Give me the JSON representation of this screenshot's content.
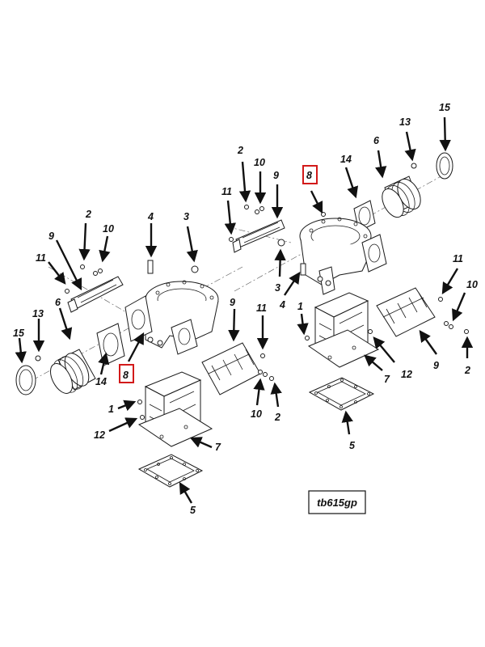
{
  "callouts": {
    "l_2": "2",
    "l_10": "10",
    "l_9": "9",
    "l_11": "11",
    "l_6": "6",
    "l_13": "13",
    "l_15": "15",
    "l_14": "14",
    "l_8": "8",
    "l_4": "4",
    "l_3": "3",
    "l_1": "1",
    "l_12": "12",
    "l_7": "7",
    "l_5": "5",
    "l_11b": "11",
    "l_10b": "10",
    "l_2b": "2",
    "l_9b": "9",
    "r_2": "2",
    "r_10": "10",
    "r_9": "9",
    "r_11": "11",
    "r_8": "8",
    "r_14": "14",
    "r_6": "6",
    "r_13": "13",
    "r_15": "15",
    "r_3": "3",
    "r_4": "4",
    "r_1": "1",
    "r_7": "7",
    "r_12": "12",
    "r_5": "5",
    "r_11b": "11",
    "r_10b": "10",
    "r_9b": "9",
    "r_2b": "2"
  },
  "figure_tag": "tb615gp",
  "highlight_color": "#d21a1a"
}
